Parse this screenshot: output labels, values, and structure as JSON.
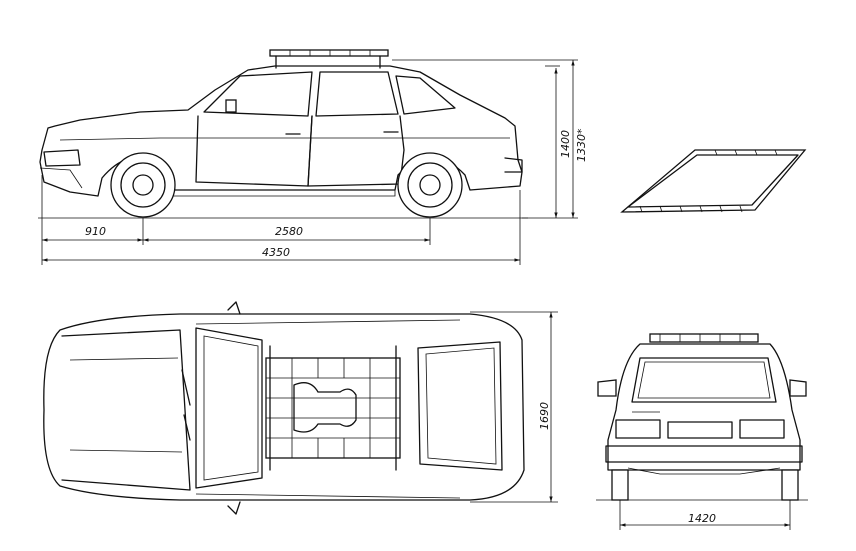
{
  "drawing": {
    "side_view": {
      "dimensions": {
        "front_overhang": "910",
        "wheelbase": "2580",
        "overall_length": "4350",
        "height_with_rack": "1400",
        "height_body": "1330*"
      }
    },
    "top_view": {
      "dimensions": {
        "width_top": "1690"
      }
    },
    "rear_view": {
      "dimensions": {
        "track_rear": "1420"
      }
    }
  },
  "colors": {
    "line": "#111111",
    "background": "#ffffff"
  }
}
